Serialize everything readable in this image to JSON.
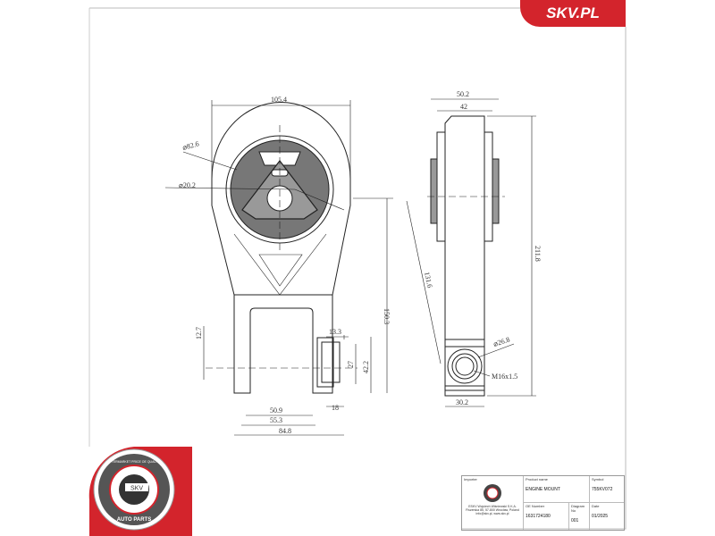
{
  "brand": {
    "logo_text": "SKV.PL",
    "accent_color": "#d3242c"
  },
  "stamp": {
    "ring_text_top": "AFTERMARKET PRICE OE QUALITY",
    "center_text": "SKV",
    "ring_text_bottom": "AUTO PARTS"
  },
  "front_view": {
    "dimensions": [
      "105.4",
      "⌀82.6",
      "⌀20.2",
      "150.3",
      "12.7",
      "13.3",
      "27",
      "42.2",
      "18",
      "50.9",
      "55.3",
      "84.8"
    ]
  },
  "side_view": {
    "dimensions": [
      "50.2",
      "42",
      "211.8",
      "131.6",
      "⌀26.8",
      "M16x1.5",
      "30.2"
    ]
  },
  "title_block": {
    "importer_label": "Importer",
    "importer_lines": [
      "ESKV Wojciech Wiśniewski S.K.A.",
      "Fiszerska 85, 57-800 Wrocław, Poland",
      "info@skv.pl, www.skv.pl"
    ],
    "product_name_label": "Product name",
    "product_name": "ENGINE MOUNT",
    "symbol_label": "Symbol",
    "symbol": "755KV072",
    "oe_label": "OE Number",
    "oe_number": "1631724180",
    "diagram_label": "Diagram No",
    "diagram_no": "001",
    "date_label": "Date",
    "date": "01/2025"
  }
}
